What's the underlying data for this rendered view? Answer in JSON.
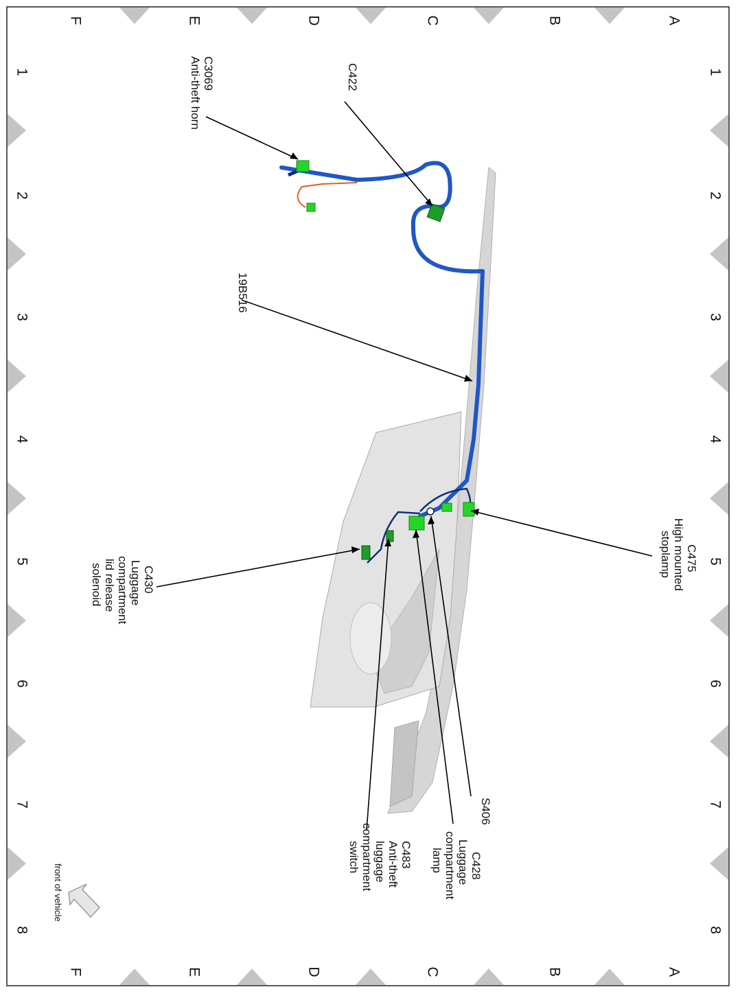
{
  "grid": {
    "columns": [
      "1",
      "2",
      "3",
      "4",
      "5",
      "6",
      "7",
      "8"
    ],
    "rows": [
      "A",
      "B",
      "C",
      "D",
      "E",
      "F"
    ]
  },
  "labels": {
    "c3069": [
      "C3069",
      "Anti-theft horn"
    ],
    "c422": [
      "C422"
    ],
    "b516": [
      "19B516"
    ],
    "c475": [
      "C475",
      "High mounted",
      "stoplamp"
    ],
    "c430": [
      "C430",
      "Luggage",
      "compartment",
      "lid release",
      "solenoid"
    ],
    "s406": [
      "S406"
    ],
    "c428": [
      "C428",
      "Luggage",
      "compartment",
      "lamp"
    ],
    "c483": [
      "C483",
      "Anti-theft",
      "luggage",
      "compartment",
      "switch"
    ]
  },
  "legend": {
    "front_of_vehicle": "front of vehicle"
  },
  "colors": {
    "harness": "#1f57c4",
    "harness_dark": "#0d2f7a",
    "connector": "#26d626",
    "wire_orange": "#e06020",
    "panel": "#d8d8d8",
    "marker": "#c4c4c4"
  }
}
